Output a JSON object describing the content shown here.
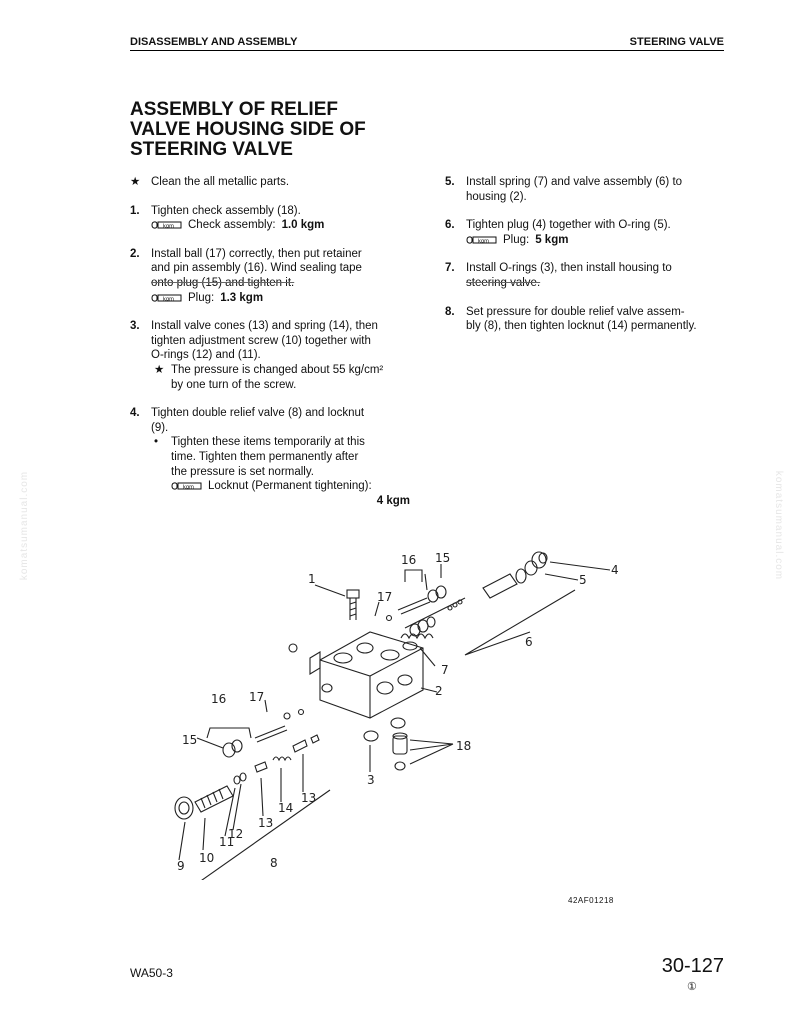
{
  "header": {
    "left": "DISASSEMBLY AND ASSEMBLY",
    "right": "STEERING VALVE"
  },
  "title": [
    "ASSEMBLY OF RELIEF",
    "VALVE HOUSING SIDE OF",
    "STEERING VALVE"
  ],
  "left_column": {
    "note": "Clean the all metallic parts.",
    "steps": [
      {
        "num": "1.",
        "lines": [
          "Tighten check assembly (18)."
        ],
        "torque_label": "Check assembly:",
        "torque_value": "1.0 kgm"
      },
      {
        "num": "2.",
        "lines": [
          "Install ball (17) correctly, then put retainer",
          "and pin assembly (16).  Wind sealing tape"
        ],
        "strike_line": "onto plug (15) and tighten it.",
        "torque_label": "Plug:",
        "torque_value": "1.3 kgm"
      },
      {
        "num": "3.",
        "lines": [
          "Install valve cones (13) and spring (14), then",
          "tighten adjustment screw (10) together with",
          "O-rings (12) and (11)."
        ],
        "sub_lines": [
          "The pressure is changed about 55 kg/cm²",
          "by one turn of the screw."
        ]
      },
      {
        "num": "4.",
        "lines": [
          "Tighten double relief valve (8) and locknut",
          "(9)."
        ],
        "sub_lines": [
          "Tighten these items temporarily at this",
          "time.  Tighten them permanently after",
          "the pressure is set normally."
        ],
        "torque_label": "Locknut (Permanent tightening):",
        "torque_value": "4 kgm"
      }
    ]
  },
  "right_column": {
    "steps": [
      {
        "num": "5.",
        "lines": [
          "Install spring (7) and valve assembly (6) to",
          "housing (2)."
        ]
      },
      {
        "num": "6.",
        "lines": [
          "Tighten plug (4) together with O-ring (5)."
        ],
        "torque_label": "Plug:",
        "torque_value": "5 kgm"
      },
      {
        "num": "7.",
        "lines": [
          "Install O-rings (3), then install housing to"
        ],
        "strike_line": "steering valve."
      },
      {
        "num": "8.",
        "lines": [
          "Set pressure for double relief valve assem-",
          "bly (8), then tighten locknut (14) permanently."
        ]
      }
    ]
  },
  "torque_icon_text": "kgm",
  "diagram_labels": [
    "1",
    "2",
    "3",
    "4",
    "5",
    "6",
    "7",
    "8",
    "9",
    "10",
    "11",
    "12",
    "13",
    "13",
    "14",
    "15",
    "15",
    "16",
    "16",
    "17",
    "17",
    "18"
  ],
  "figure_id": "42AF01218",
  "footer": {
    "model": "WA50-3",
    "page": "30-127",
    "mark": "①"
  },
  "watermark": "komatsumanual.com"
}
